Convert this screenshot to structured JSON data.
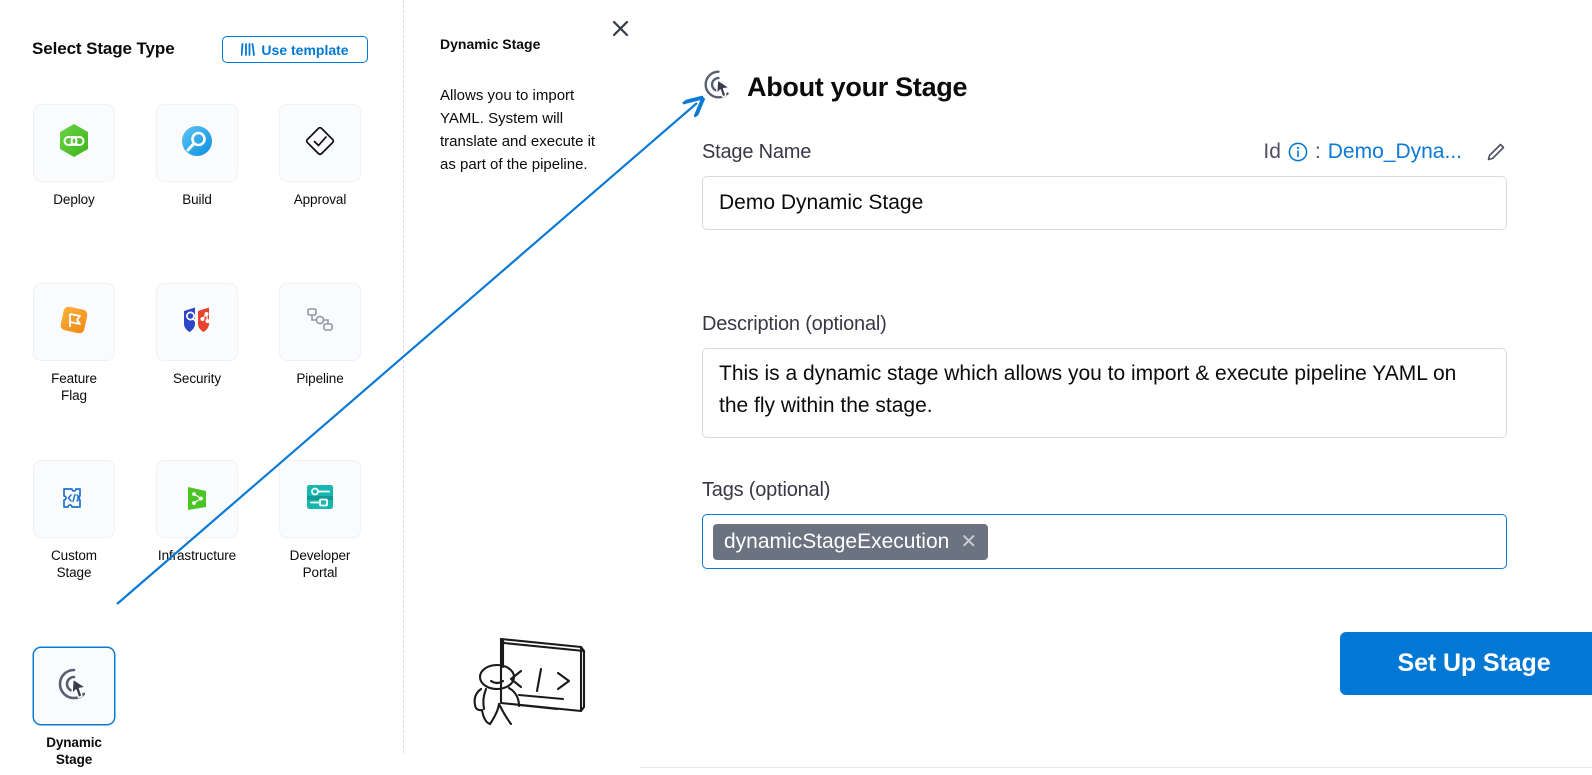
{
  "left_panel": {
    "title": "Select Stage Type",
    "use_template": {
      "label": "Use template",
      "icon": "template-bars-icon"
    },
    "stages": [
      {
        "label": "Deploy",
        "icon": "deploy-hexagon-icon",
        "selected": false
      },
      {
        "label": "Build",
        "icon": "build-magnifier-icon",
        "selected": false
      },
      {
        "label": "Approval",
        "icon": "approval-check-icon",
        "selected": false
      },
      {
        "label": "Feature\nFlag",
        "icon": "feature-flag-icon",
        "selected": false
      },
      {
        "label": "Security",
        "icon": "security-shields-icon",
        "selected": false
      },
      {
        "label": "Pipeline",
        "icon": "pipeline-nodes-icon",
        "selected": false
      },
      {
        "label": "Custom\nStage",
        "icon": "custom-code-icon",
        "selected": false
      },
      {
        "label": "Infrastructure",
        "icon": "infrastructure-icon",
        "selected": false
      },
      {
        "label": "Developer\nPortal",
        "icon": "developer-portal-icon",
        "selected": false
      },
      {
        "label": "Dynamic\nStage",
        "icon": "dynamic-cursor-icon",
        "selected": true
      }
    ],
    "stage_labels": {
      "deploy": "Deploy",
      "build": "Build",
      "approval": "Approval",
      "feature_flag_line1": "Feature",
      "feature_flag_line2": "Flag",
      "security": "Security",
      "pipeline": "Pipeline",
      "custom_line1": "Custom",
      "custom_line2": "Stage",
      "infrastructure": "Infrastructure",
      "devportal_line1": "Developer",
      "devportal_line2": "Portal",
      "dynamic_line1": "Dynamic",
      "dynamic_line2": "Stage"
    }
  },
  "middle_panel": {
    "close_icon": "close-icon",
    "title": "Dynamic Stage",
    "description": "Allows you to import YAML. System will translate and execute it as part of the pipeline.",
    "illustration": "person-presenting-code-board-illustration"
  },
  "right_panel": {
    "header": {
      "icon": "dynamic-cursor-icon",
      "title": "About your Stage"
    },
    "stage_name": {
      "label": "Stage Name",
      "value": "Demo Dynamic Stage",
      "placeholder": "Stage Name"
    },
    "id": {
      "label": "Id",
      "info_icon": "info-circle-icon",
      "separator": ":",
      "value": "Demo_Dyna...",
      "edit_icon": "pencil-icon"
    },
    "description": {
      "label": "Description (optional)",
      "value": "This is a dynamic stage which allows you to import & execute pipeline YAML on the fly within the stage.",
      "placeholder": "Description"
    },
    "tags": {
      "label": "Tags (optional)",
      "chips": [
        "dynamicStageExecution"
      ],
      "remove_icon": "close-small-icon"
    },
    "submit_button": "Set Up Stage"
  },
  "colors": {
    "accent_blue": "#0278d5",
    "link_blue": "#0b7ad6",
    "border_gray": "#d9dae5",
    "text_dark": "#0b0b0d",
    "label_gray": "#383946",
    "chip_gray": "#6b7280"
  }
}
